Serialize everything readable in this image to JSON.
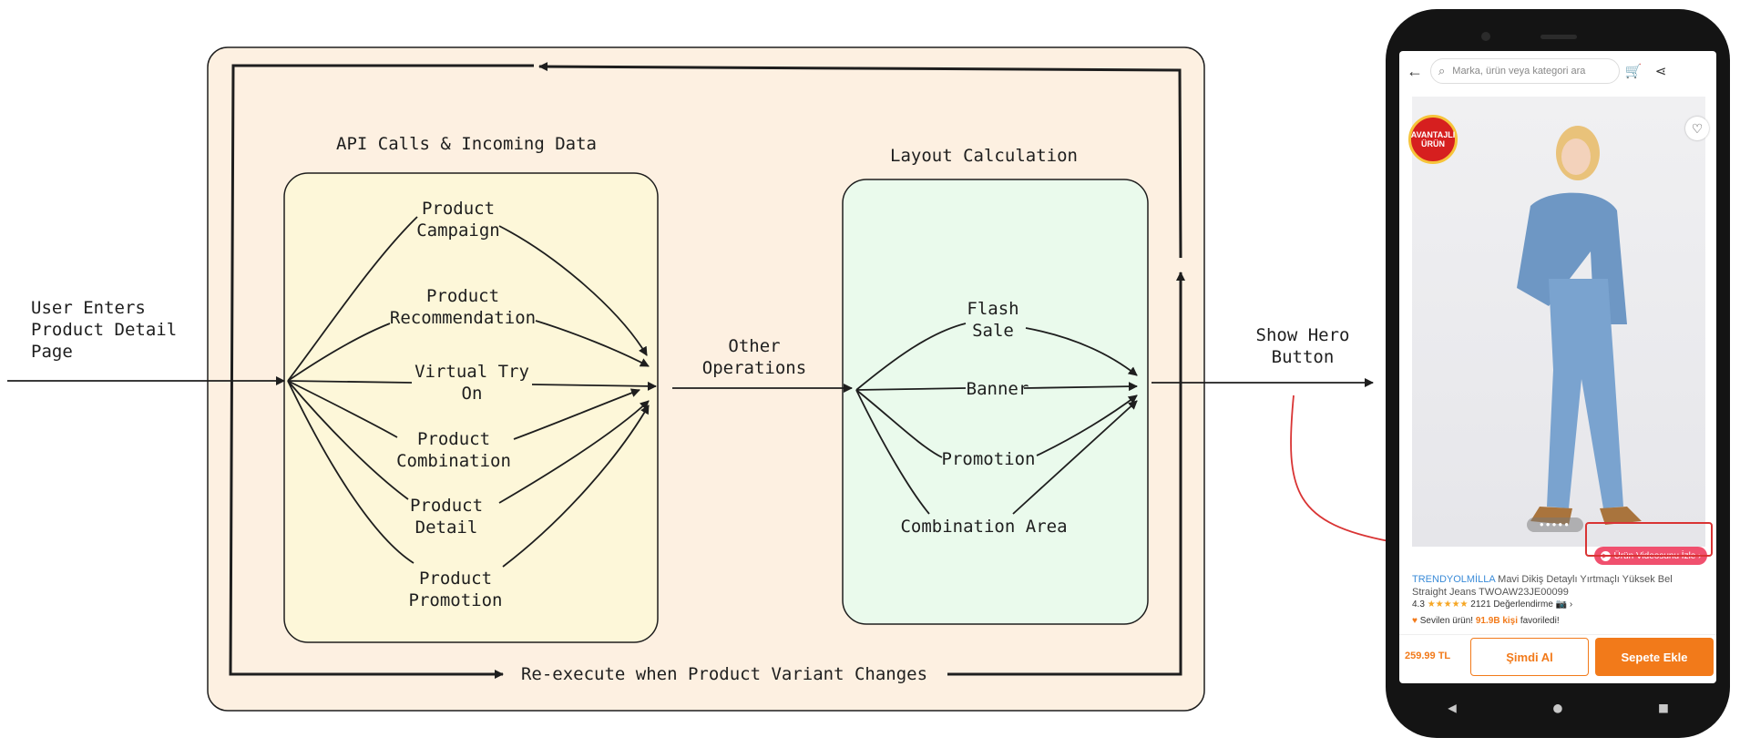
{
  "diagram": {
    "entry_label": "User Enters\nProduct Detail\nPage",
    "api_section_title": "API Calls & Incoming Data",
    "api_items": [
      "Product\nCampaign",
      "Product\nRecommendation",
      "Virtual Try\nOn",
      "Product\nCombination",
      "Product\nDetail",
      "Product\nPromotion"
    ],
    "other_ops_label": "Other\nOperations",
    "layout_section_title": "Layout Calculation",
    "layout_items": [
      "Flash\nSale",
      "Banner",
      "Promotion",
      "Combination Area"
    ],
    "output_label": "Show Hero\nButton",
    "loop_label": "Re-execute when Product Variant Changes",
    "colors": {
      "outer_bg": "#fdf0e1",
      "api_bg": "#fdf7d9",
      "layout_bg": "#eafaec",
      "stroke": "#1e1e1e",
      "highlight": "#d93434"
    }
  },
  "phone": {
    "search_placeholder": "Marka, ürün veya kategori ara",
    "icons": [
      "back-arrow-icon",
      "search-icon",
      "cart-icon",
      "share-icon",
      "heart-icon"
    ],
    "badge_text": "AVANTAJLI\nÜRÜN",
    "image_dots": "●●●●●",
    "video_button": "Ürün Videosunu İzle ›",
    "brand": "TRENDYOLMİLLA",
    "product_title": "Mavi Dikiş Detaylı Yırtmaçlı Yüksek Bel Straight Jeans TWOAW23JE00099",
    "rating_value": "4.3",
    "rating_stars": "★★★★★",
    "review_count": "2121 Değerlendirme 📷 ›",
    "fav_prefix": "Sevilen ürün!",
    "fav_highlight": "91.9B kişi",
    "fav_suffix": "favoriledi!",
    "price": "259.99 TL",
    "buy_now": "Şimdi Al",
    "add_to_cart": "Sepete Ekle",
    "nav_back": "◀",
    "nav_home": "●",
    "nav_recent": "■"
  }
}
